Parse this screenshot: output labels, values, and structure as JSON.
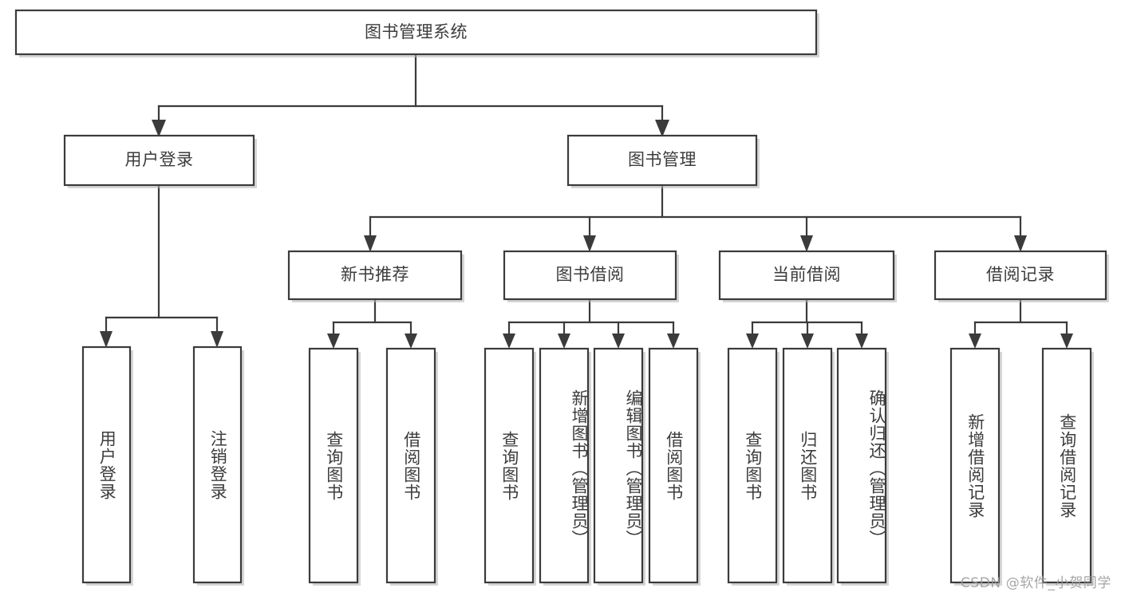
{
  "diagram": {
    "title_node": {
      "label": "图书管理系统"
    },
    "level2": [
      {
        "label": "用户登录"
      },
      {
        "label": "图书管理"
      }
    ],
    "level3": [
      {
        "label": "新书推荐"
      },
      {
        "label": "图书借阅"
      },
      {
        "label": "当前借阅"
      },
      {
        "label": "借阅记录"
      }
    ],
    "leaves": [
      {
        "label": "用户登录"
      },
      {
        "label": "注销登录"
      },
      {
        "label": "查询图书"
      },
      {
        "label": "借阅图书"
      },
      {
        "label": "查询图书"
      },
      {
        "label": "新增图书（管理员）"
      },
      {
        "label": "编辑图书（管理员）"
      },
      {
        "label": "借阅图书"
      },
      {
        "label": "查询图书"
      },
      {
        "label": "归还图书"
      },
      {
        "label": "确认归还（管理员）"
      },
      {
        "label": "新增借阅记录"
      },
      {
        "label": "查询借阅记录"
      }
    ],
    "watermark": "CSDN @软件_小贺同学",
    "colors": {
      "stroke": "#3b3b3b",
      "text": "#3c3c3c",
      "background": "#ffffff",
      "watermark": "#9a9a9a"
    }
  }
}
